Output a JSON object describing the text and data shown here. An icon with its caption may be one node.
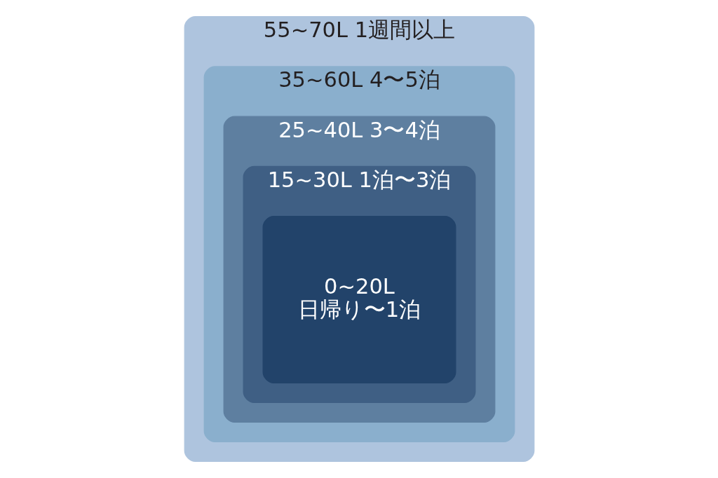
{
  "diagram": {
    "nodes": [
      {
        "text": [
          "55~70L 1週間以上"
        ]
      },
      {
        "text": [
          "35~60L 4〜5泊"
        ],
        "in": 0
      },
      {
        "text": [
          "25~40L 3〜4泊"
        ],
        "in": 1
      },
      {
        "text": [
          "15~30L 1泊〜3泊"
        ],
        "in": 2
      },
      {
        "text": [
          "0~20L",
          "日帰り〜1泊"
        ],
        "in": 3
      }
    ]
  }
}
